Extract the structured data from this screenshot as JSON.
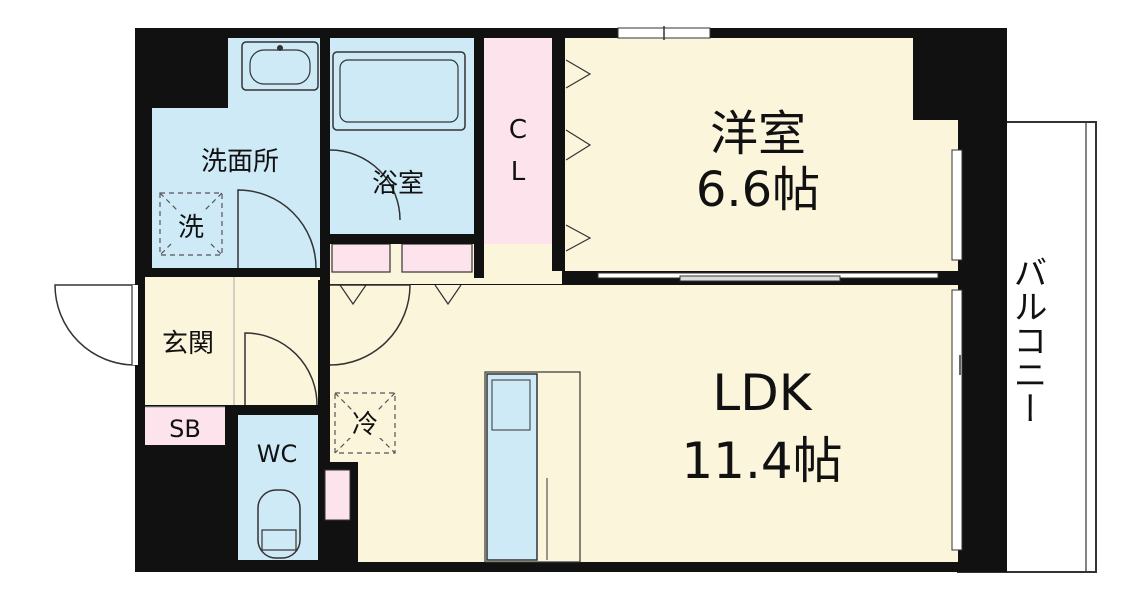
{
  "floor_plan": {
    "rooms": {
      "washroom": {
        "label": "洗面所"
      },
      "washer": {
        "label": "洗"
      },
      "bath": {
        "label": "浴室"
      },
      "closet": {
        "label_top": "C",
        "label_bottom": "L"
      },
      "western_room": {
        "name": "洋室",
        "size": "6.6帖"
      },
      "entrance": {
        "label": "玄関"
      },
      "shoe_box": {
        "label": "SB"
      },
      "toilet": {
        "label": "WC"
      },
      "fridge": {
        "label": "冷"
      },
      "ldk": {
        "name": "LDK",
        "size": "11.4帖"
      },
      "balcony": {
        "label": "バルコニー"
      }
    },
    "colors": {
      "wet_area": "#cfeaf7",
      "living": "#fbf5dc",
      "closet": "#fce3ec",
      "wall": "#111111",
      "balcony": "#ffffff"
    }
  }
}
